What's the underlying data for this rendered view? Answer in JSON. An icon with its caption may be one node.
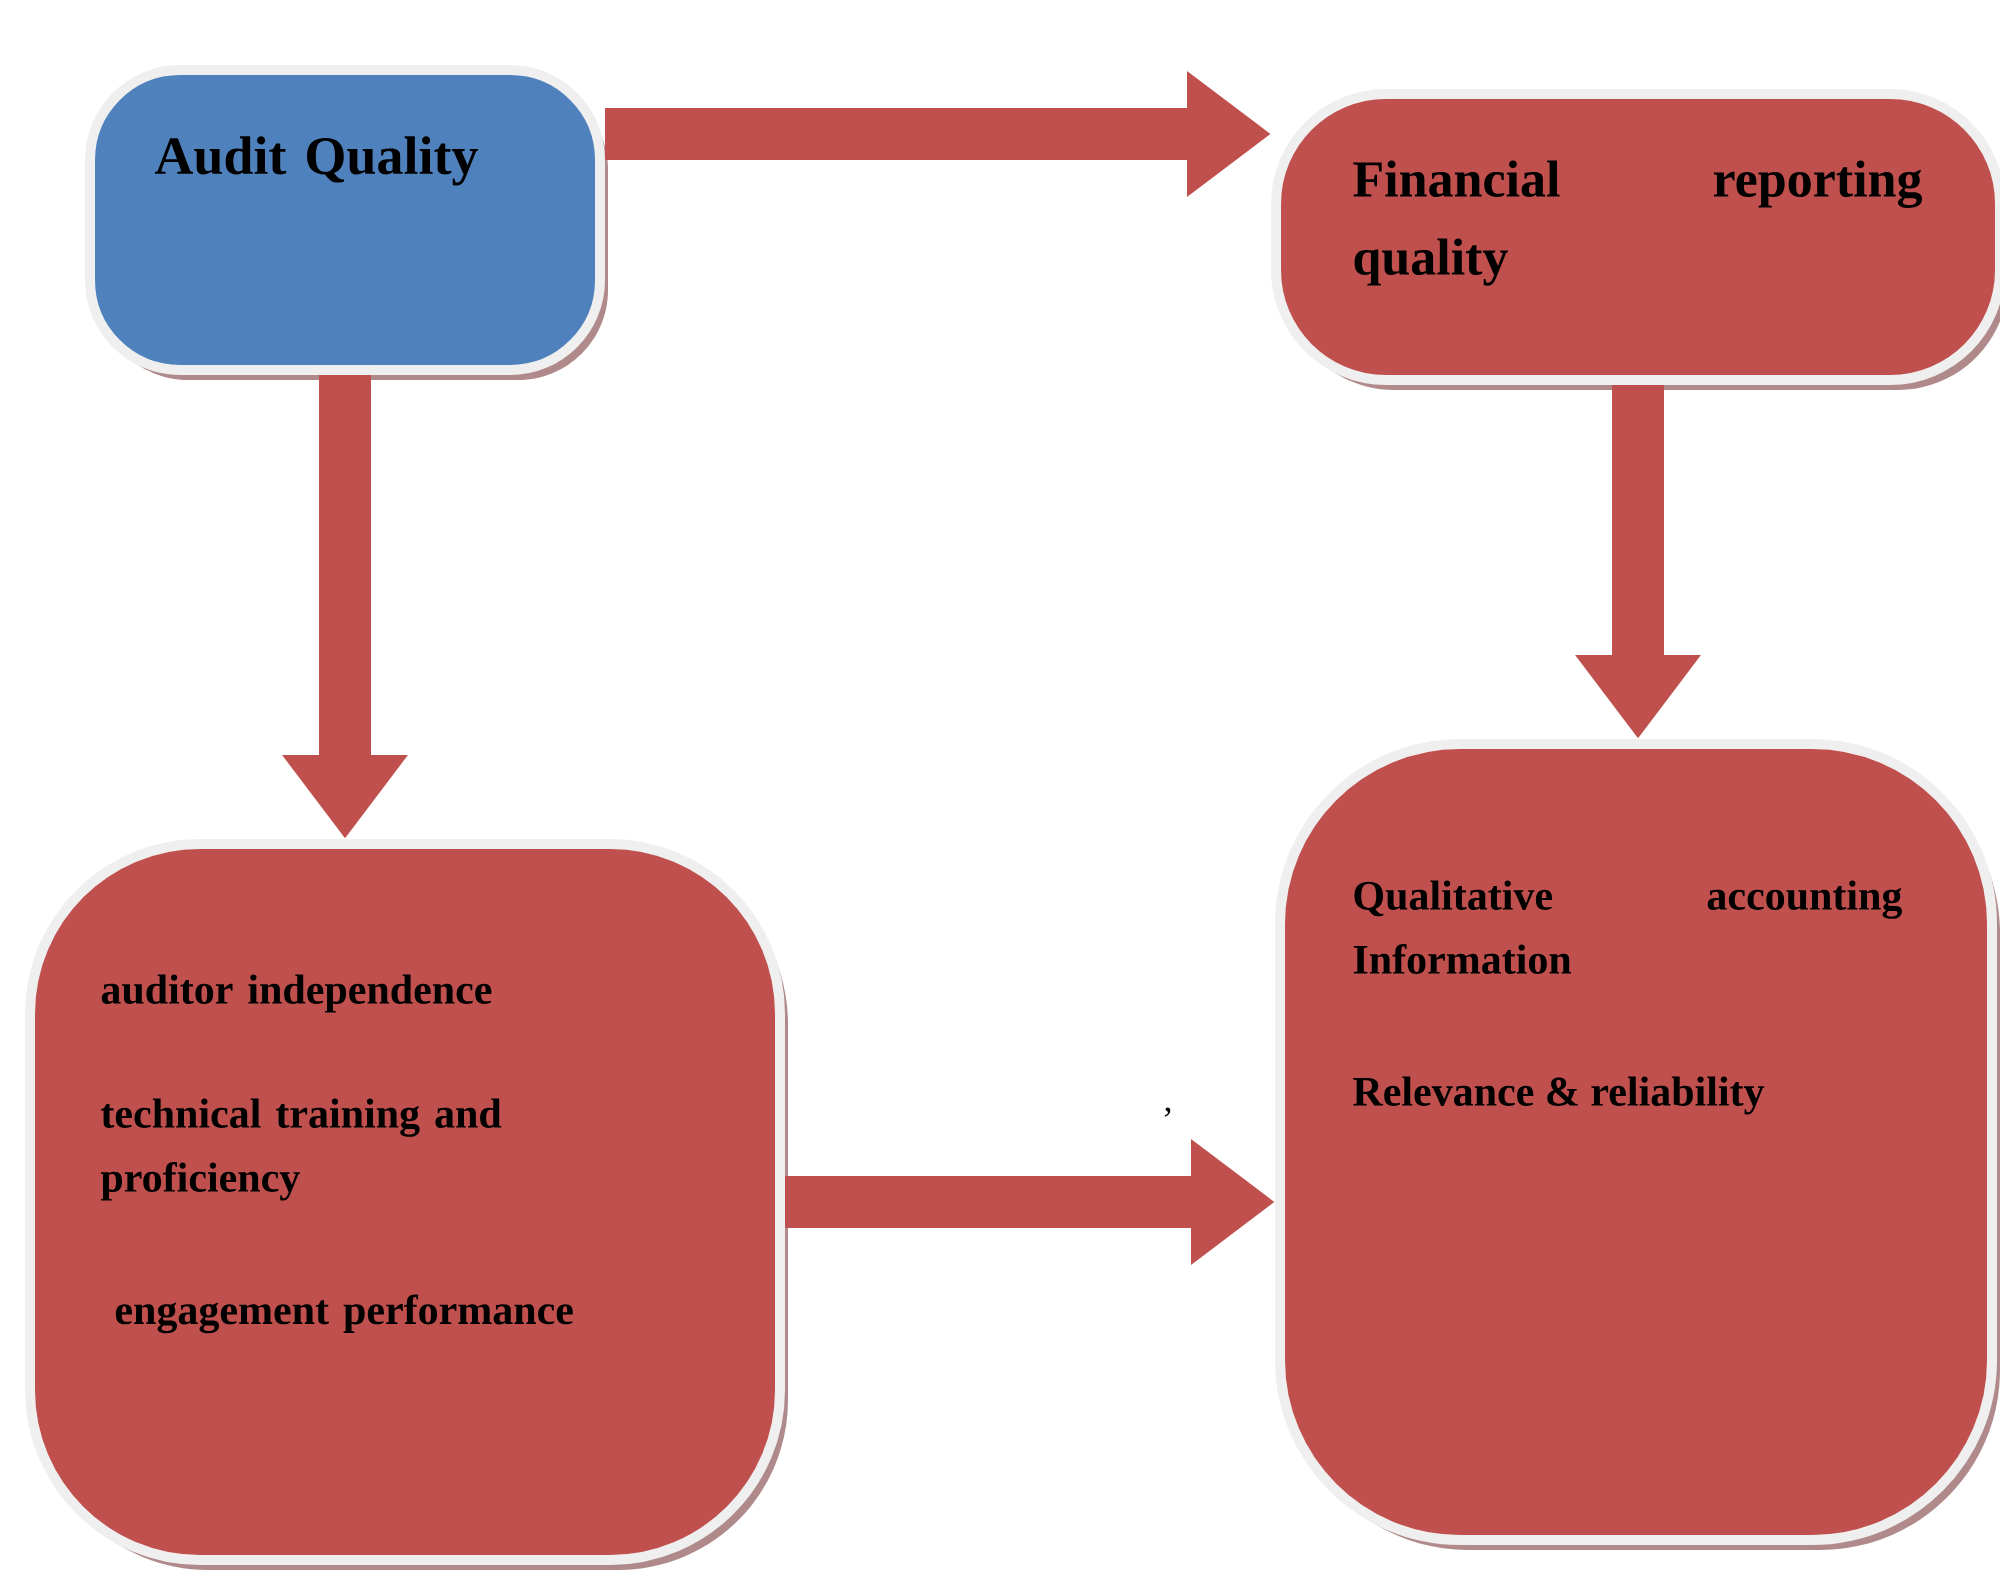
{
  "diagram": {
    "nodes": [
      {
        "text": [
          "Audit Quality"
        ]
      },
      {
        "text": [
          "Financial reporting quality"
        ]
      },
      {
        "text": [
          "auditor independence",
          "technical training and proficiency",
          "engagement performance"
        ]
      },
      {
        "text": [
          "Qualitative accounting Information",
          "Relevance & reliability"
        ]
      }
    ],
    "edges": [
      {
        "from": 0,
        "to": 1,
        "arrow": "to"
      },
      {
        "from": 0,
        "to": 2,
        "arrow": "to"
      },
      {
        "from": 1,
        "to": 3,
        "arrow": "to"
      },
      {
        "from": 2,
        "to": 3,
        "arrow": "to"
      }
    ],
    "labels": [
      ","
    ]
  }
}
